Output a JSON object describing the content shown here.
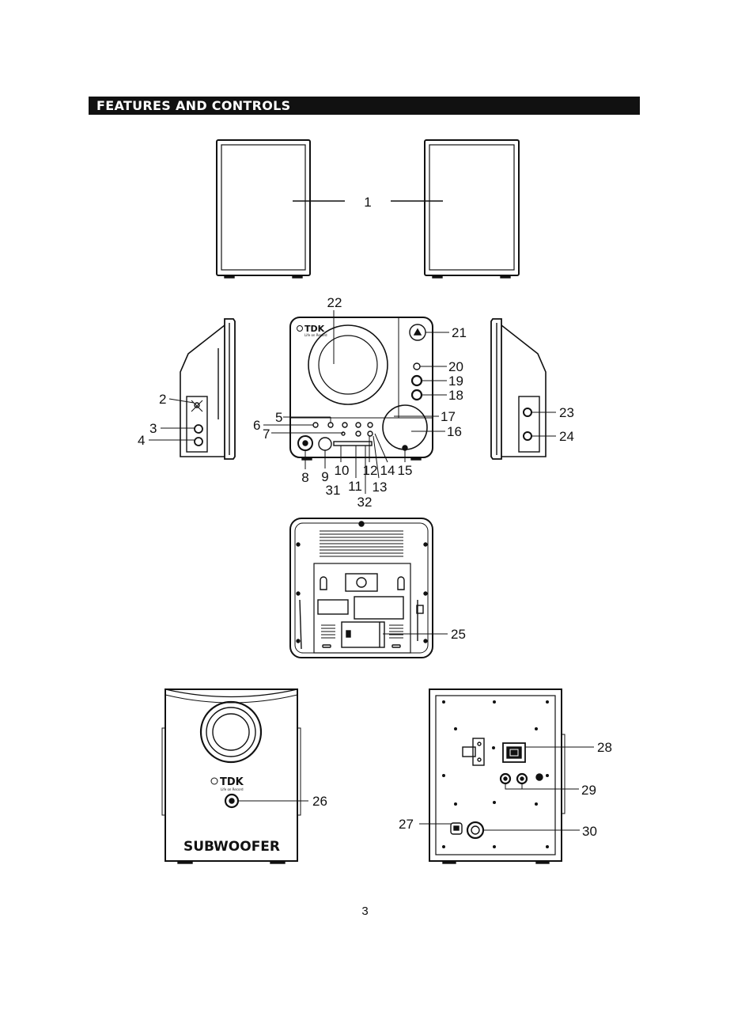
{
  "header": {
    "title": "FEATURES AND CONTROLS"
  },
  "brand": {
    "logo": "TDK",
    "tagline": "Life on Record"
  },
  "subwoofer": {
    "label": "SUBWOOFER"
  },
  "callouts": {
    "c1": "1",
    "c2": "2",
    "c3": "3",
    "c4": "4",
    "c5": "5",
    "c6": "6",
    "c7": "7",
    "c8": "8",
    "c9": "9",
    "c10": "10",
    "c11": "11",
    "c12": "12",
    "c13": "13",
    "c14": "14",
    "c15": "15",
    "c16": "16",
    "c17": "17",
    "c18": "18",
    "c19": "19",
    "c20": "20",
    "c21": "21",
    "c22": "22",
    "c23": "23",
    "c24": "24",
    "c25": "25",
    "c26": "26",
    "c27": "27",
    "c28": "28",
    "c29": "29",
    "c30": "30",
    "c31": "31",
    "c32": "32"
  },
  "footer": {
    "page_number": "3"
  }
}
